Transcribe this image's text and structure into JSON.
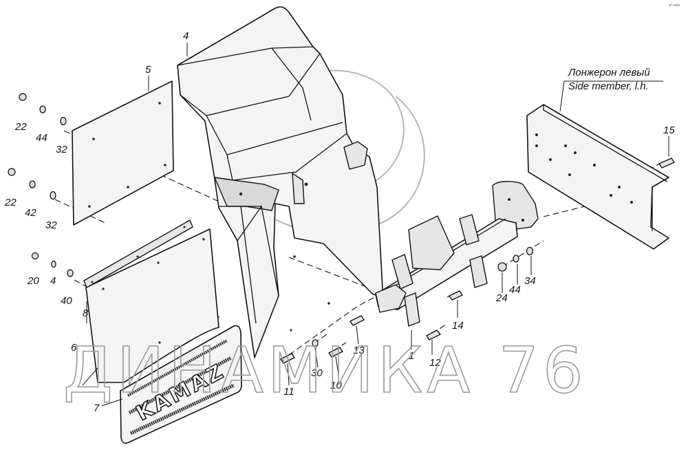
{
  "corner_mark": "а*.ххх",
  "watermark": {
    "text": "ДИНАМИКА 76"
  },
  "mudflap_logo": "KAMAZ",
  "side_member_label": {
    "ru": "Лонжерон левый",
    "en": "Side member, l.h."
  },
  "callouts": [
    "4",
    "5",
    "22",
    "44",
    "32",
    "22",
    "42",
    "32",
    "20",
    "4",
    "40",
    "8",
    "6",
    "7",
    "11",
    "30",
    "10",
    "13",
    "1",
    "12",
    "14",
    "24",
    "44",
    "34",
    "15"
  ]
}
